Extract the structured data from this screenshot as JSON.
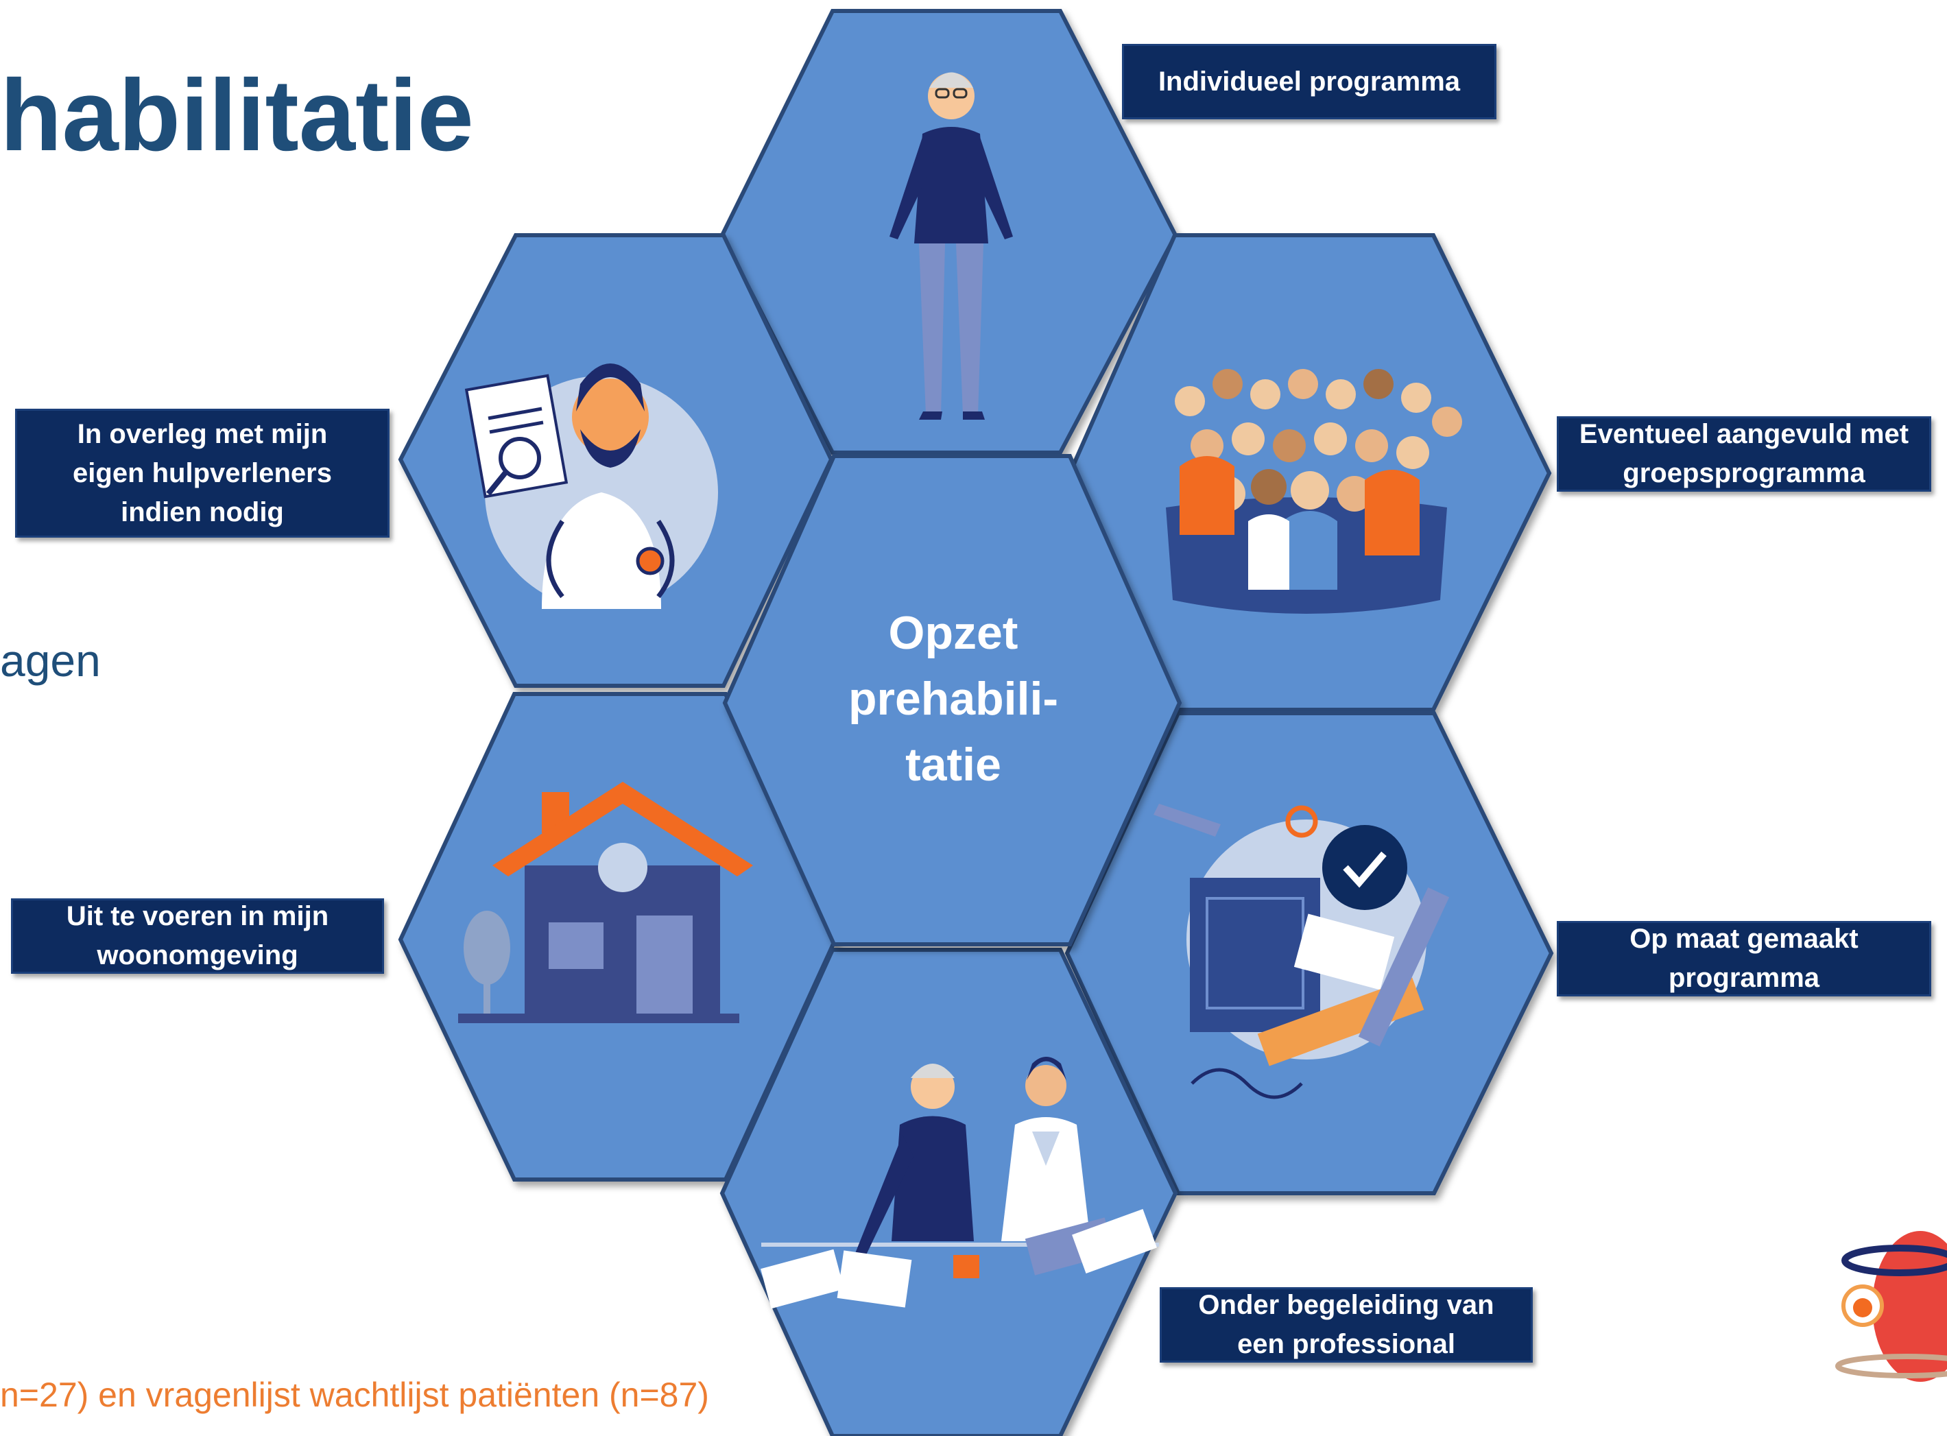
{
  "slide": {
    "title": "habilitatie",
    "side_text": "agen",
    "footnote": "n=27) en vragenlijst wachtlijst patiënten (n=87)"
  },
  "diagram": {
    "center": "Opzet\nprehabili-\ntatie",
    "labels": {
      "top": "Individueel programma",
      "upper_right": "Eventueel aangevuld met groepsprogramma",
      "lower_right": "Op maat gemaakt programma",
      "bottom": "Onder begeleiding van een professional",
      "lower_left": "Uit te voeren in mijn woonomgeving",
      "upper_left": "In overleg met mijn eigen hulpverleners indien nodig"
    }
  },
  "colors": {
    "title": "#1f4e79",
    "hex_fill": "#5b8fd0",
    "hex_border": "#2c4a78",
    "label_bg": "#0d2b5f",
    "footnote": "#ed7d31",
    "accent_orange": "#f26b21",
    "navy": "#1d2a6b"
  },
  "icons": {
    "top": "standing-patient-icon",
    "upper_right": "crowd-icon",
    "lower_right": "planning-tools-icon",
    "bottom": "patient-with-professional-icon",
    "lower_left": "house-icon",
    "upper_left": "doctor-icon",
    "corner": "umcg-logo-icon"
  }
}
